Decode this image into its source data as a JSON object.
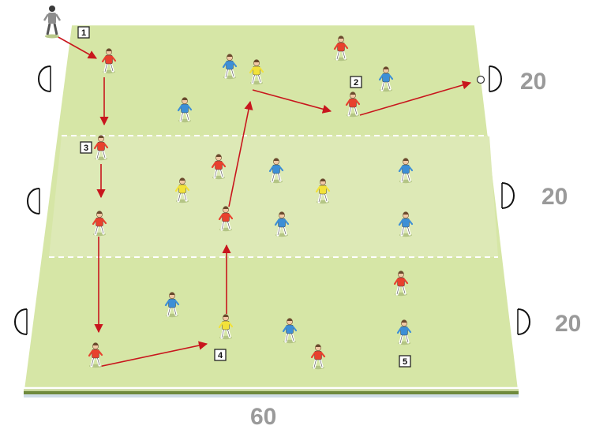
{
  "diagram": {
    "zone_lengths": [
      "20",
      "20",
      "20"
    ],
    "pitch_width": "60",
    "markers": [
      "1",
      "2",
      "3",
      "4",
      "5"
    ],
    "colors": {
      "pitch": "#d6e6a6",
      "pitch_middle": "#dde9b6",
      "red_team": "#e8412e",
      "blue_team": "#3d8fd6",
      "yellow_team": "#f2e23a",
      "arrow": "#c8161d",
      "label": "#9a9a9a"
    }
  }
}
